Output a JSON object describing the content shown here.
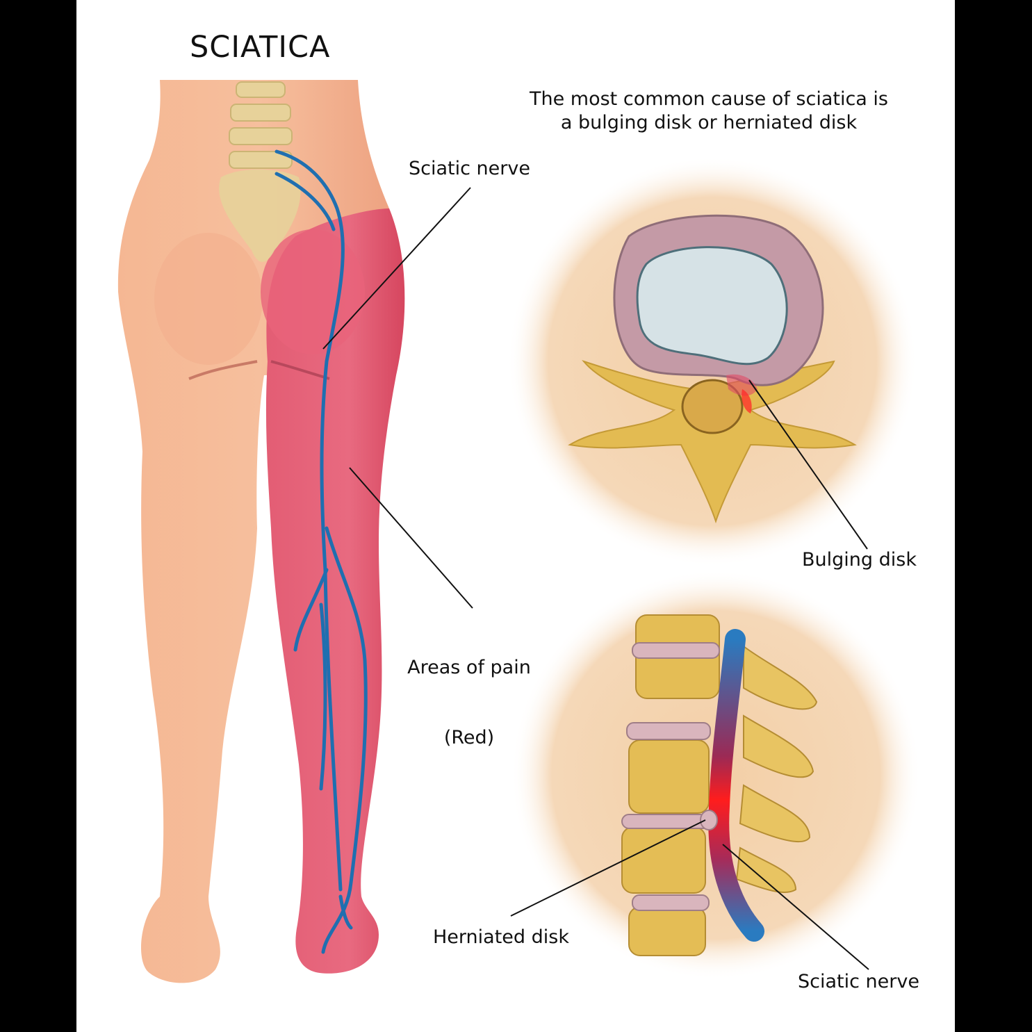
{
  "title": "SCIATICA",
  "subtitle": "The most common cause of sciatica is a bulging disk or herniated disk",
  "labels": {
    "sciatic_nerve_top": "Sciatic nerve",
    "areas_of_pain_line1": "Areas of pain",
    "areas_of_pain_line2": "(Red)",
    "bulging_disk": "Bulging disk",
    "herniated_disk": "Herniated disk",
    "sciatic_nerve_bottom": "Sciatic nerve"
  },
  "colors": {
    "skin": "#f2b28f",
    "pain": "#e05870",
    "nerve": "#1f6fb0",
    "bone": "#e8c25a",
    "inset_bg": "#f6dcbc",
    "disk": "#c49aa6"
  }
}
